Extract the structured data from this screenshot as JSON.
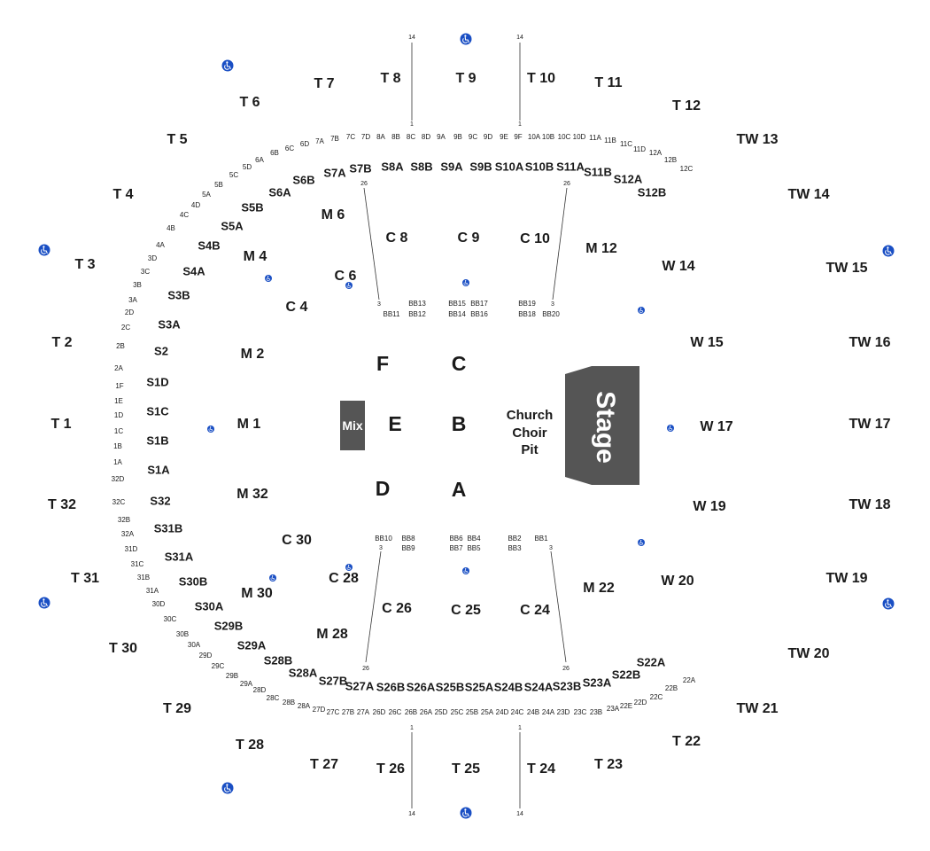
{
  "stage": {
    "label": "Stage",
    "color": "#555555"
  },
  "mix": {
    "label": "Mix",
    "color": "#555555"
  },
  "choir": {
    "lines": [
      "Church",
      "Choir",
      "Pit"
    ]
  },
  "floor_letters": [
    "F",
    "C",
    "E",
    "B",
    "D",
    "A"
  ],
  "aisle_numbers": {
    "top": [
      "14",
      "1"
    ],
    "bottom": [
      "1",
      "14"
    ],
    "mid_top": "26",
    "mid_bottom": "3"
  },
  "wheelchair_color": "#1a4fc4",
  "big_labels": [
    "T 8",
    "T 9",
    "T 10",
    "T 7",
    "T 11",
    "T 6",
    "T 12",
    "T 5",
    "TW 13",
    "T 4",
    "TW 14",
    "T 3",
    "TW 15",
    "T 2",
    "TW 16",
    "T 1",
    "TW 17",
    "T 32",
    "TW 18",
    "T 31",
    "TW 19",
    "T 30",
    "TW 20",
    "T 29",
    "TW 21",
    "T 28",
    "T 22",
    "T 27",
    "T 23",
    "T 26",
    "T 25",
    "T 24",
    "C 8",
    "C 9",
    "C 10",
    "M 6",
    "M 12",
    "M 4",
    "C 6",
    "W 14",
    "C 4",
    "W 15",
    "M 2",
    "M 1",
    "W 17",
    "M 32",
    "W 19",
    "C 30",
    "C 28",
    "M 30",
    "W 20",
    "M 22",
    "C 26",
    "C 25",
    "C 24",
    "M 28"
  ],
  "mid_labels": [
    "S8A",
    "S8B",
    "S9A",
    "S9B",
    "S10A",
    "S10B",
    "S11A",
    "S7B",
    "S7A",
    "S11B",
    "S6B",
    "S12A",
    "S6A",
    "S12B",
    "S5B",
    "S5A",
    "S4B",
    "S4A",
    "S3B",
    "S3A",
    "S2",
    "S1D",
    "S1C",
    "S1B",
    "S1A",
    "S32",
    "S31B",
    "S31A",
    "S30B",
    "S30A",
    "S29B",
    "S29A",
    "S28B",
    "S28A",
    "S27B",
    "S27A",
    "S26B",
    "S26A",
    "S25B",
    "S25A",
    "S24B",
    "S24A",
    "S23B",
    "S23A",
    "S22B",
    "S22A"
  ],
  "small_labels": [
    "7A",
    "7B",
    "7C",
    "7D",
    "8A",
    "8B",
    "8C",
    "8D",
    "9A",
    "9B",
    "9C",
    "9D",
    "9E",
    "9F",
    "10A",
    "10B",
    "10C",
    "10D",
    "11A",
    "11B",
    "11C",
    "11D",
    "12A",
    "12B",
    "12C",
    "6D",
    "6C",
    "6B",
    "6A",
    "5D",
    "5C",
    "5B",
    "5A",
    "4D",
    "4C",
    "4B",
    "4A",
    "3D",
    "3C",
    "3B",
    "3A",
    "2D",
    "2C",
    "2B",
    "2A",
    "1F",
    "1E",
    "1D",
    "1C",
    "1B",
    "1A",
    "32D",
    "32C",
    "32B",
    "32A",
    "31D",
    "31C",
    "31B",
    "31A",
    "30D",
    "30C",
    "30B",
    "30A",
    "29D",
    "29C",
    "29B",
    "29A",
    "28D",
    "28C",
    "28B",
    "28A",
    "27D",
    "27C",
    "27B",
    "27A",
    "26D",
    "26C",
    "26B",
    "26A",
    "25D",
    "25C",
    "25B",
    "25A",
    "24D",
    "24C",
    "24B",
    "24A",
    "23D",
    "23C",
    "23B",
    "23A",
    "22E",
    "22D",
    "22C",
    "22B",
    "22A",
    "BB13",
    "BB12",
    "BB11",
    "BB15",
    "BB14",
    "BB17",
    "BB16",
    "BB19",
    "BB18",
    "BB20",
    "BB10",
    "BB8",
    "BB9",
    "BB6",
    "BB7",
    "BB4",
    "BB5",
    "BB2",
    "BB3",
    "BB1"
  ]
}
